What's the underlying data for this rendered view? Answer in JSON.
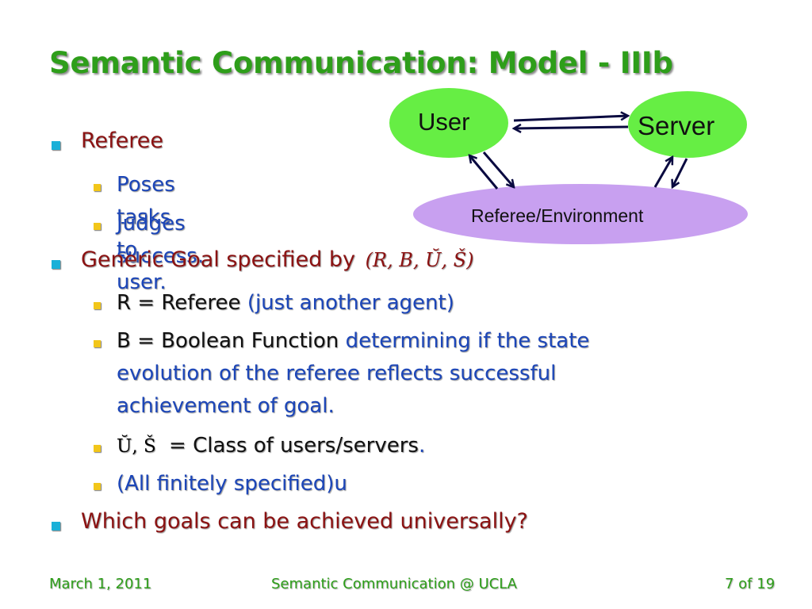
{
  "slide": {
    "title": "Semantic Communication: Model - IIIb",
    "diagram": {
      "user": "User",
      "server": "Server",
      "referee": "Referee/Environment",
      "colors": {
        "user_fill": "#66ee44",
        "server_fill": "#66ee44",
        "referee_fill": "#c8a0f0"
      }
    },
    "bullets": [
      {
        "text": "Referee",
        "sub": [
          {
            "text": "Poses tasks to user."
          },
          {
            "text": "Judges success."
          }
        ]
      },
      {
        "text": "Generic Goal specified by",
        "math": "(R, B, Ŭ, Š)",
        "sub": [
          {
            "black": "R = Referee",
            "blue": "(just another agent)"
          },
          {
            "black": "B = Boolean Function",
            "blue_line1": "determining if the state",
            "blue_line2": "evolution of the referee reflects successful",
            "blue_line3": "achievement of goal."
          },
          {
            "math": "Ŭ, Š",
            "black": " = Class of users/servers",
            "blue": "."
          },
          {
            "text": "(All finitely specified)u"
          }
        ]
      },
      {
        "text": "Which goals can be achieved universally?"
      }
    ],
    "footer": {
      "date": "March 1, 2011",
      "center": "Semantic Communication @ UCLA",
      "page": "7 of 19"
    }
  }
}
